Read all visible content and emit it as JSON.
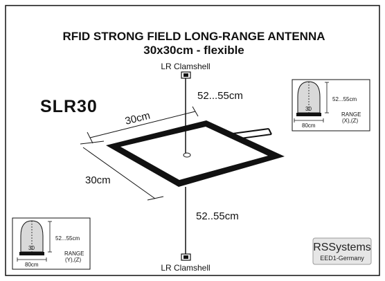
{
  "title": "RFID STRONG FIELD LONG-RANGE ANTENNA",
  "subtitle": "30x30cm - flexible",
  "model": "SLR30",
  "top_reader_label": "LR Clamshell",
  "bottom_reader_label": "LR Clamshell",
  "top_distance": "52...55cm",
  "bottom_distance": "52..55cm",
  "width_label": "30cm",
  "depth_label": "30cm",
  "inset_right": {
    "range_value": "52...55cm",
    "inner_value": "30",
    "base_value": "80cm",
    "range_label": "RANGE",
    "axes_label": "(X),(Z)"
  },
  "inset_left": {
    "range_value": "52...55cm",
    "inner_value": "30",
    "base_value": "80cm",
    "range_label": "RANGE",
    "axes_label": "(Y),(Z)"
  },
  "brand": {
    "name": "RSSystems",
    "sub": "EED1-Germany"
  },
  "colors": {
    "stroke": "#111111",
    "fill_inset": "#d9d9d9",
    "brand_bg": "#e6e6e6"
  }
}
